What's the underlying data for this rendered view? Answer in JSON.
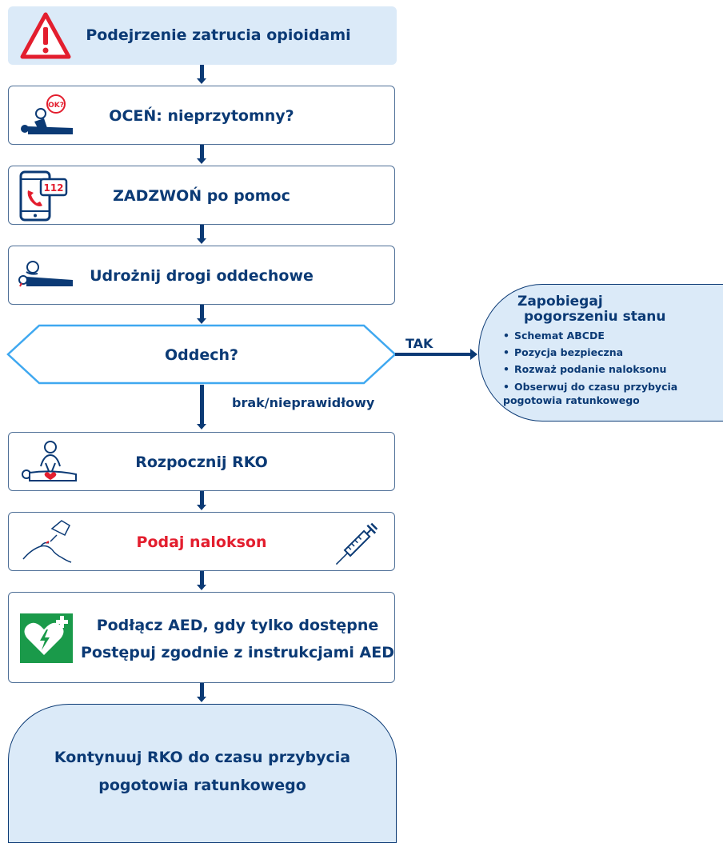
{
  "steps": {
    "suspicion": "Podejrzenie zatrucia opioidami",
    "assess": "OCEŃ: nieprzytomny?",
    "call": "ZADZWOŃ po pomoc",
    "airway": "Udrożnij drogi oddechowe",
    "breathing": "Oddech?",
    "cpr": "Rozpocznij RKO",
    "naloxone": "Podaj nalokson",
    "aed_line1": "Podłącz AED, gdy tylko dostępne",
    "aed_line2": "Postępuj zgodnie z instrukcjami AED",
    "continue_line1": "Kontynuuj RKO do czasu przybycia",
    "continue_line2": "pogotowia ratunkowego"
  },
  "branches": {
    "yes": "TAK",
    "no": "brak/nieprawidłowy"
  },
  "prevent": {
    "title_line1": "Zapobiegaj",
    "title_line2": "pogorszeniu stanu",
    "items": [
      "Schemat ABCDE",
      "Pozycja bezpieczna",
      "Rozważ podanie naloksonu",
      "Obserwuj do czasu przybycia",
      "pogotowia ratunkowego"
    ]
  },
  "icons": {
    "ok_bubble": "OK?",
    "phone_number": "112"
  },
  "colors": {
    "navy": "#0b3a75",
    "light_blue": "#dbeaf8",
    "red": "#e31e2e",
    "aed_green": "#1a9a4a"
  }
}
